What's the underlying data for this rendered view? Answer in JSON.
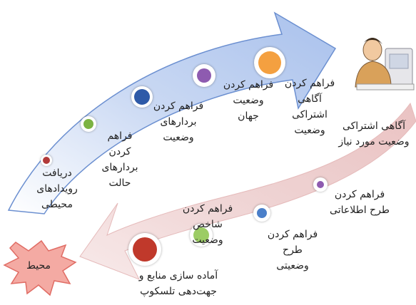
{
  "colors": {
    "upper_arrow_fill": "#c7d6f2",
    "upper_arrow_stroke": "#5f85c9",
    "lower_arrow_fill": "#e9c5c5",
    "environment_burst": "#f2a59e",
    "environment_stroke": "#d9534f"
  },
  "upper_steps": [
    {
      "text": "دریافت\nرویدادهای\nمحیطی",
      "color": "#b23a3a"
    },
    {
      "text": "فراهم\nکردن\nبردارهای\nحالت",
      "color": "#7cb342"
    },
    {
      "text": "فراهم کردن\nبردارهای\nوضعیت",
      "color": "#2e5aa8"
    },
    {
      "text": "فراهم کردن\nوضعیت\nجهان",
      "color": "#8e5bb0"
    },
    {
      "text": "فراهم کردن\nآگاهی\nاشتراکی\nوضعیت",
      "color": "#f4a040"
    }
  ],
  "top_right_label": "آگاهی اشتراکی\nوضعیت مورد نیاز",
  "lower_steps": [
    {
      "text": "فراهم کردن\nطرح اطلاعاتی",
      "color": "#8e5bb0"
    },
    {
      "text": "فراهم کردن\nطرح\nوضعیتی",
      "color": "#4a7fc9"
    },
    {
      "text": "فراهم کردن\nشاخص\nوضعیت",
      "color": "#9ccc65"
    },
    {
      "text": "آماده سازی منابع و\nجهت‌دهی تلسکوپ",
      "color": "#c0392b"
    }
  ],
  "environment_label": "محیط",
  "icons": {
    "person": "person-at-computer-icon"
  }
}
